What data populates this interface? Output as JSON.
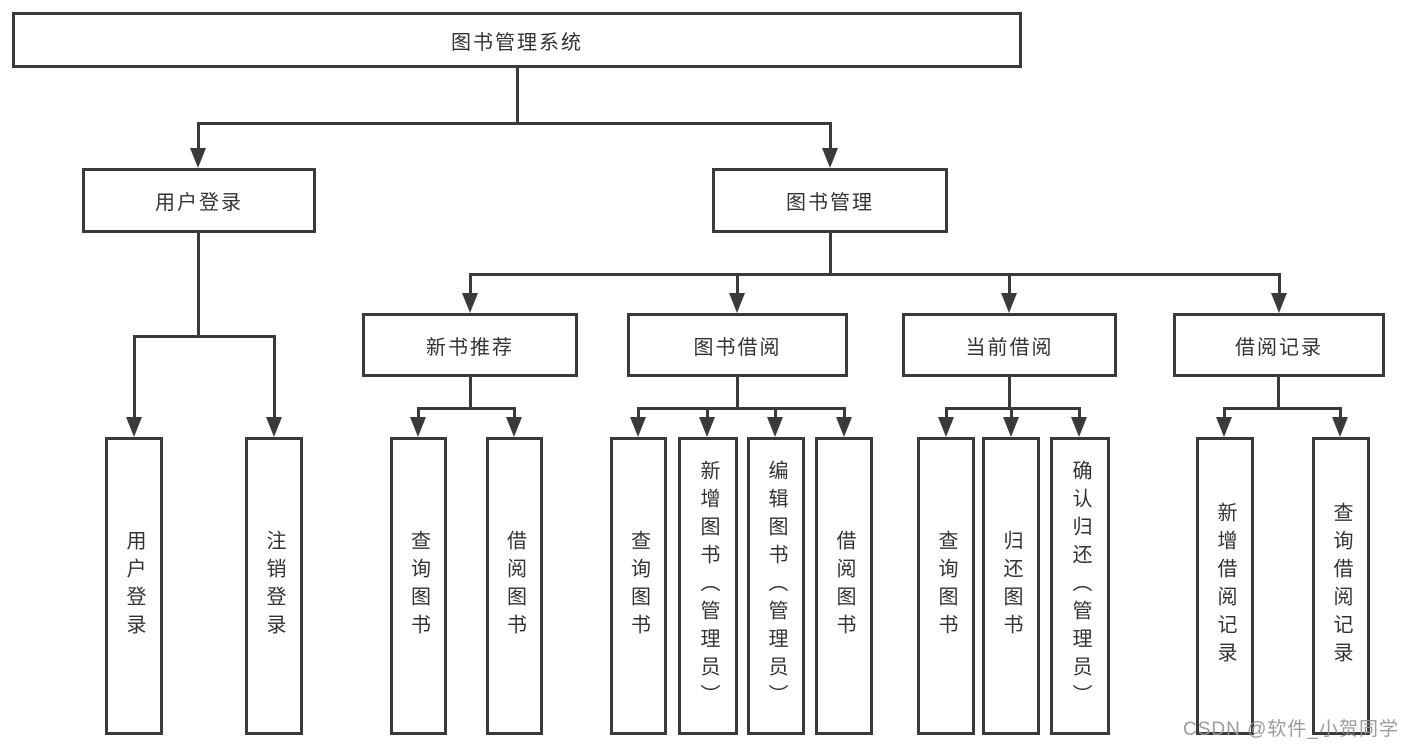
{
  "diagram": {
    "type": "hierarchy-tree",
    "colors": {
      "line": "#3a3a3a",
      "box_border": "#3a3a3a",
      "box_fill": "#ffffff",
      "text": "#333333",
      "watermark": "#949494",
      "background": "#ffffff"
    },
    "tree": {
      "label": "图书管理系统",
      "children": [
        {
          "label": "用户登录",
          "children": [
            {
              "label": "用户登录"
            },
            {
              "label": "注销登录"
            }
          ]
        },
        {
          "label": "图书管理",
          "children": [
            {
              "label": "新书推荐",
              "children": [
                {
                  "label": "查询图书"
                },
                {
                  "label": "借阅图书"
                }
              ]
            },
            {
              "label": "图书借阅",
              "children": [
                {
                  "label": "查询图书"
                },
                {
                  "label": "新增图书（管理员）"
                },
                {
                  "label": "编辑图书（管理员）"
                },
                {
                  "label": "借阅图书"
                }
              ]
            },
            {
              "label": "当前借阅",
              "children": [
                {
                  "label": "查询图书"
                },
                {
                  "label": "归还图书"
                },
                {
                  "label": "确认归还（管理员）"
                }
              ]
            },
            {
              "label": "借阅记录",
              "children": [
                {
                  "label": "新增借阅记录"
                },
                {
                  "label": "查询借阅记录"
                }
              ]
            }
          ]
        }
      ]
    }
  },
  "watermark": {
    "text": "CSDN @软件_小贺同学"
  }
}
